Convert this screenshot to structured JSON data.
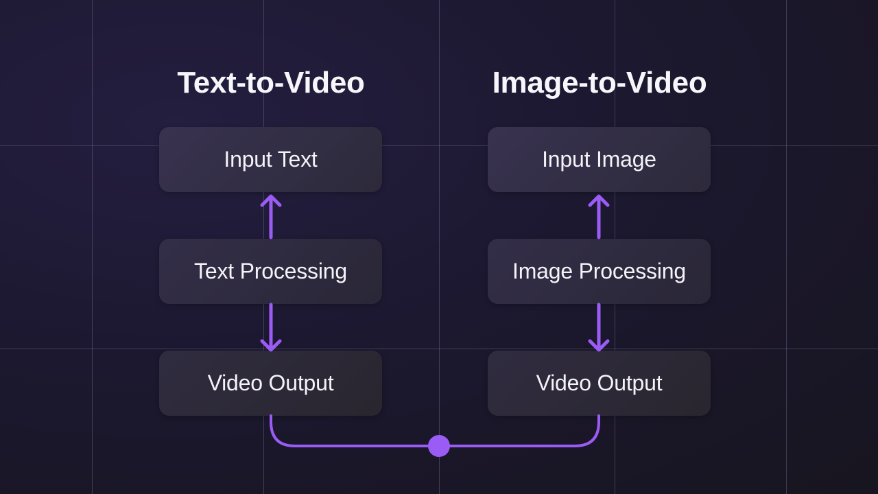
{
  "diagram": {
    "colors": {
      "accent": "#9b5cf6",
      "background": "#1c1830",
      "node_fill": "#332e48",
      "text": "#f4f3f8",
      "grid": "#5a5670"
    },
    "columns": [
      {
        "title": "Text-to-Video",
        "nodes": [
          {
            "label": "Input Text"
          },
          {
            "label": "Text Processing"
          },
          {
            "label": "Video Output"
          }
        ],
        "edges": [
          {
            "from": "Text Processing",
            "to": "Input Text",
            "direction": "up"
          },
          {
            "from": "Text Processing",
            "to": "Video Output",
            "direction": "down"
          }
        ]
      },
      {
        "title": "Image-to-Video",
        "nodes": [
          {
            "label": "Input Image"
          },
          {
            "label": "Image Processing"
          },
          {
            "label": "Video Output"
          }
        ],
        "edges": [
          {
            "from": "Image Processing",
            "to": "Input Image",
            "direction": "up"
          },
          {
            "from": "Image Processing",
            "to": "Video Output",
            "direction": "down"
          }
        ]
      }
    ],
    "connector": {
      "description": "Both Video Output nodes joined by a curved line meeting at a center junction dot"
    }
  }
}
